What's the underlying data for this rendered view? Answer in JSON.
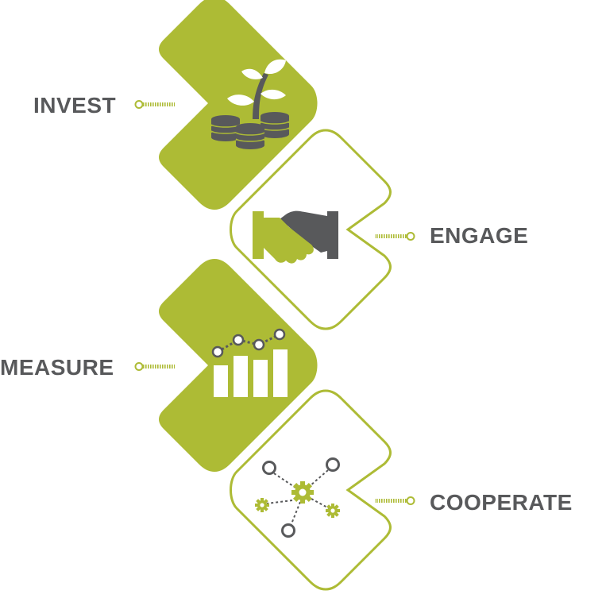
{
  "steps": [
    {
      "label": "INVEST",
      "icon": "plant-coins-icon"
    },
    {
      "label": "ENGAGE",
      "icon": "handshake-icon"
    },
    {
      "label": "MEASURE",
      "icon": "bar-chart-icon"
    },
    {
      "label": "COOPERATE",
      "icon": "network-gears-icon"
    }
  ],
  "colors": {
    "green": "#adbb35",
    "dark": "#58595b",
    "white": "#ffffff"
  }
}
